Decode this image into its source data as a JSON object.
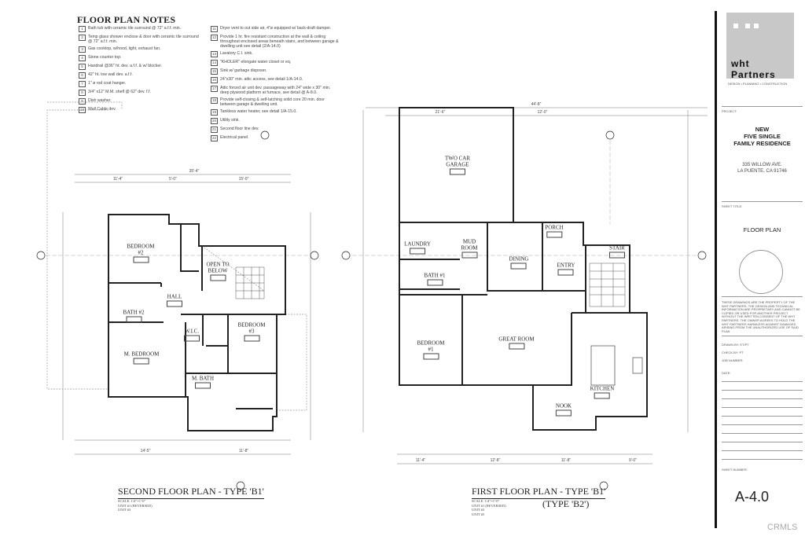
{
  "notes": {
    "title": "FLOOR PLAN NOTES",
    "items": [
      {
        "num": "1",
        "text": "Bath tub with ceramic tile surround @ 72\" a.f.f. min."
      },
      {
        "num": "2",
        "text": "Temp glass shower enclose & door with ceramic tile surround @ 72\" a.f.f. min."
      },
      {
        "num": "3",
        "text": "Gas cooktop, w/hood, light, exhaust fan."
      },
      {
        "num": "4",
        "text": "Stone counter top."
      },
      {
        "num": "5",
        "text": "Handrail @36\" ht. dev. a.f.f. & w/ blocker."
      },
      {
        "num": "6",
        "text": "42\" ht. low wall dev. a.f.f."
      },
      {
        "num": "7",
        "text": "1\" ø rod coat hanger."
      },
      {
        "num": "8",
        "text": "3/4\" x12\" M.M. shelf @ 62\" dev. f.f."
      },
      {
        "num": "9",
        "text": "Dish washer."
      },
      {
        "num": "10",
        "text": "Wall Cable dev."
      },
      {
        "num": "11",
        "text": "Dryer vent to out side air, 4\"ø equipped w/ back-draft damper."
      },
      {
        "num": "12",
        "text": "Provide 1 hr. fire resistant construction at the wall & ceiling throughout enclosed areas beneath stairs, and between garage & dwelling unit see detail (2/A-14.0)"
      },
      {
        "num": "13",
        "text": "Lavatory C.I. sink."
      },
      {
        "num": "14",
        "text": "\"KHOLER\" elongate water closet or eq."
      },
      {
        "num": "15",
        "text": "Sink w/ garbage disposer."
      },
      {
        "num": "16",
        "text": "24\"x30\" min. attic access, see detail 1/A-14.0."
      },
      {
        "num": "17",
        "text": "Attic forced air unit dev. passageway with 24\" wide x 30\" min. deep plywood platform at furnace, see detail @ A-8.0."
      },
      {
        "num": "18",
        "text": "Provide self-closing & self-latching solid core 20 min. door between garage & dwelling unit."
      },
      {
        "num": "19",
        "text": "Tankless water heater, see detail 1/A-15.0."
      },
      {
        "num": "20",
        "text": "Utility sink."
      },
      {
        "num": "21",
        "text": "Second floor line dev."
      },
      {
        "num": "22",
        "text": "Electrical panel."
      }
    ]
  },
  "second_floor": {
    "title": "SECOND FLOOR PLAN - TYPE 'B1'",
    "scale": "SCALE: 1/4\"=1'-0\"",
    "units": [
      "UNIT #1 (REVERSED)",
      "UNIT #3"
    ],
    "rooms": [
      "BEDROOM\n#2",
      "OPEN TO\nBELOW",
      "HALL",
      "BATH #2",
      "M. BEDROOM",
      "W.I.C.",
      "BEDROOM\n#3",
      "M. BATH"
    ],
    "dimensions": [
      "35'-4\"",
      "11'-4\"",
      "5'-0\"",
      "15'-0\"",
      "14'-5\"",
      "11'-8\""
    ]
  },
  "first_floor": {
    "title": "FIRST FLOOR PLAN - TYPE 'B1'",
    "alt_type": "(TYPE 'B2')",
    "scale": "SCALE: 1/4\"=1'-0\"",
    "units": [
      "UNIT #1 (REVERSED)",
      "UNIT #3",
      "UNIT #5"
    ],
    "rooms": [
      "TWO CAR\nGARAGE",
      "LAUNDRY",
      "MUD\nROOM",
      "BATH #1",
      "DINING",
      "PORCH",
      "ENTRY",
      "STAIR",
      "GREAT ROOM",
      "BEDROOM\n#1",
      "KITCHEN",
      "NOOK"
    ],
    "dimensions": [
      "44'-8\"",
      "21'-6\"",
      "12'-0\"",
      "11'-4\"",
      "12'-8\"",
      "11'-8\"",
      "9'-0\""
    ]
  },
  "title_block": {
    "logo_text": "wht Partners",
    "tagline": "DESIGN • PLANNING • CONSTRUCTION",
    "project_label": "PROJECT:",
    "project_name": [
      "NEW",
      "FIVE SINGLE",
      "FAMILY RESIDENCE"
    ],
    "address": [
      "335 WILLOW AVE.",
      "LA PUENTE, CA 91746"
    ],
    "sheet_title_label": "SHEET TITLE:",
    "sheet_title": "FLOOR PLAN",
    "disclaimer": "THESE DRAWINGS ARE THE PROPERTY OF THE WHT PARTNERS. THE DESIGN AND TECHNICAL INFORMATION ARE PROPRIETARY AND CANNOT BE COPIED OR USED FOR ANOTHER PROJECT WITHOUT THE WRITTEN CONSENT OF THE WHT PARTNERS. THE OWNER AGREES TO HOLD THE WHT PARTNERS HARMLESS AGAINST DAMAGES ARISING FROM THE UNAUTHORIZED USE OF SAID PLAN",
    "drawn_by": "DRAWN BY:   ET/PT",
    "check_by": "CHECK BY:   PT",
    "job_number": "JOB NUMBER:",
    "date": "DATE:",
    "sheet_number_label": "SHEET NUMBER:",
    "sheet_number": "A-4.0"
  },
  "watermark": "CRMLS"
}
